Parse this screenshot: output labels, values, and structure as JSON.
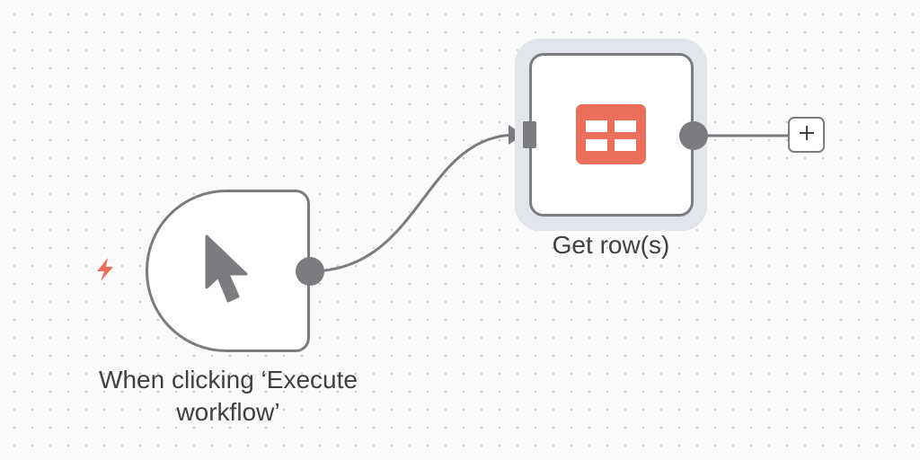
{
  "workflow": {
    "nodes": [
      {
        "type": "manual-trigger",
        "label": "When clicking ‘Execute workflow’",
        "icon": "mouse-pointer-icon",
        "badge_icon": "lightning-bolt-icon"
      },
      {
        "type": "data-table",
        "label": "Get row(s)",
        "icon": "table-icon",
        "selected": true
      }
    ],
    "add_node_button": {
      "icon": "plus-icon"
    }
  },
  "colors": {
    "canvas_background": "#fafafb",
    "canvas_dots": "#c9c9ce",
    "node_border": "#7b7b80",
    "connection": "#7b7b80",
    "selection_halo": "#e3e5ec",
    "table_icon": "#ec6f5c",
    "trigger_bolt": "#ec6f5c",
    "label_text": "#3f3f44"
  }
}
